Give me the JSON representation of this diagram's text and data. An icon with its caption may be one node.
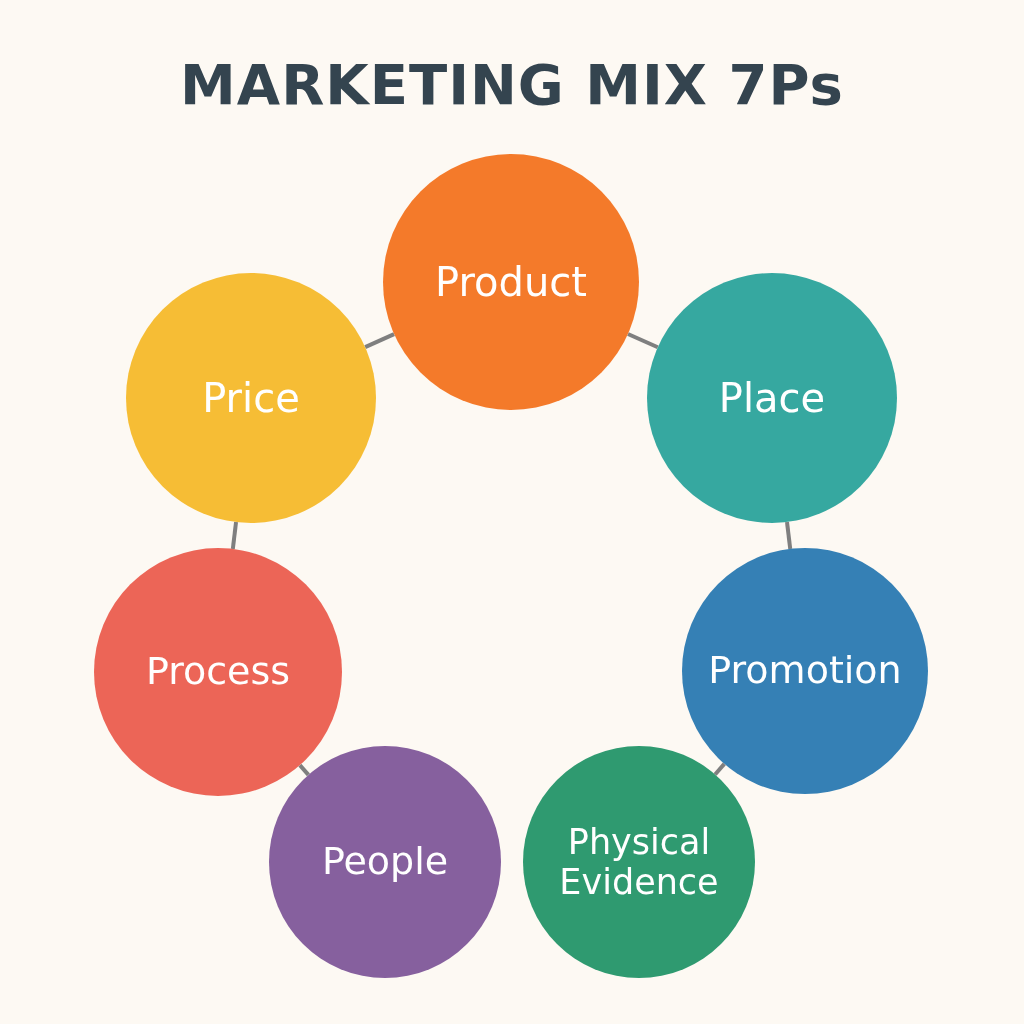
{
  "diagram": {
    "title": "MARKETING MIX 7Ps",
    "nodes": [
      {
        "text": [
          "Product"
        ]
      },
      {
        "text": [
          "Place"
        ]
      },
      {
        "text": [
          "Promotion"
        ]
      },
      {
        "text": [
          "Physical Evidence"
        ]
      },
      {
        "text": [
          "People"
        ]
      },
      {
        "text": [
          "Process"
        ]
      },
      {
        "text": [
          "Price"
        ]
      }
    ],
    "edges": [
      {
        "from": 0,
        "to": 1,
        "arrow": "none"
      },
      {
        "from": 1,
        "to": 2,
        "arrow": "none"
      },
      {
        "from": 2,
        "to": 3,
        "arrow": "none"
      },
      {
        "from": 4,
        "to": 5,
        "arrow": "none"
      },
      {
        "from": 5,
        "to": 6,
        "arrow": "none"
      },
      {
        "from": 6,
        "to": 0,
        "arrow": "none"
      }
    ]
  }
}
